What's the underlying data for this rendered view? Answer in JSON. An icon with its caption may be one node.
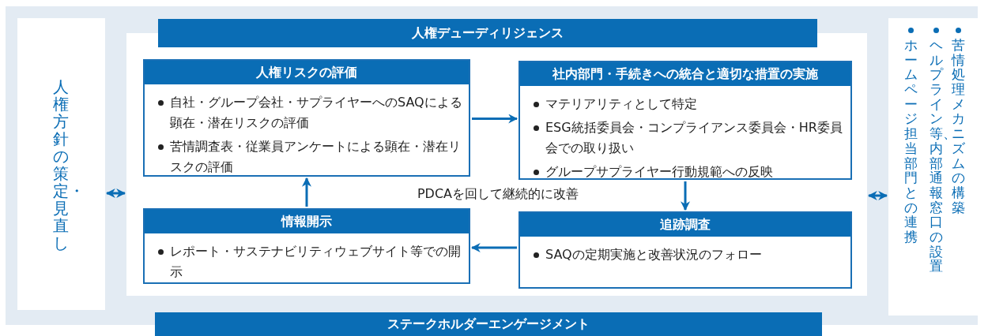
{
  "diagram": {
    "nodes": [
      {
        "text": [
          "ステークホルダーエンゲージメント"
        ]
      },
      {
        "text": [
          "人権方針の策定・見直し"
        ],
        "in": 0
      },
      {
        "text": [
          "人権デューディリジェンス"
        ],
        "in": 0
      },
      {
        "text": [
          "人権リスクの評価",
          "自社・グループ会社・サプライヤーへのSAQによる顕在・潜在リスクの評価",
          "苦情調査表・従業員アンケートによる顕在・潜在リスクの評価"
        ],
        "in": 2
      },
      {
        "text": [
          "社内部門・手続きへの統合と適切な措置の実施",
          "マテリアリティとして特定",
          "ESG統括委員会・コンプライアンス委員会・HR委員会での取り扱い",
          "グループサプライヤー行動規範への反映"
        ],
        "in": 2
      },
      {
        "text": [
          "情報開示",
          "レポート・サステナビリティウェブサイト等での開示"
        ],
        "in": 2
      },
      {
        "text": [
          "追跡調査",
          "SAQの定期実施と改善状況のフォロー"
        ],
        "in": 2
      },
      {
        "text": [
          "ホームページ担当部門との連携",
          "ヘルプライン等、内部通報窓口の設置",
          "苦情処理メカニズムの構築"
        ],
        "in": 0
      }
    ],
    "edges": [
      {
        "from": 1,
        "to": 2,
        "arrow": "both"
      },
      {
        "from": 7,
        "to": 2,
        "arrow": "both"
      },
      {
        "from": 3,
        "to": 4,
        "arrow": "to"
      },
      {
        "from": 4,
        "to": 6,
        "arrow": "to"
      },
      {
        "from": 6,
        "to": 5,
        "arrow": "to"
      },
      {
        "from": 5,
        "to": 3,
        "arrow": "to"
      }
    ],
    "labels": [
      "PDCAを回して継続的に改善"
    ]
  }
}
